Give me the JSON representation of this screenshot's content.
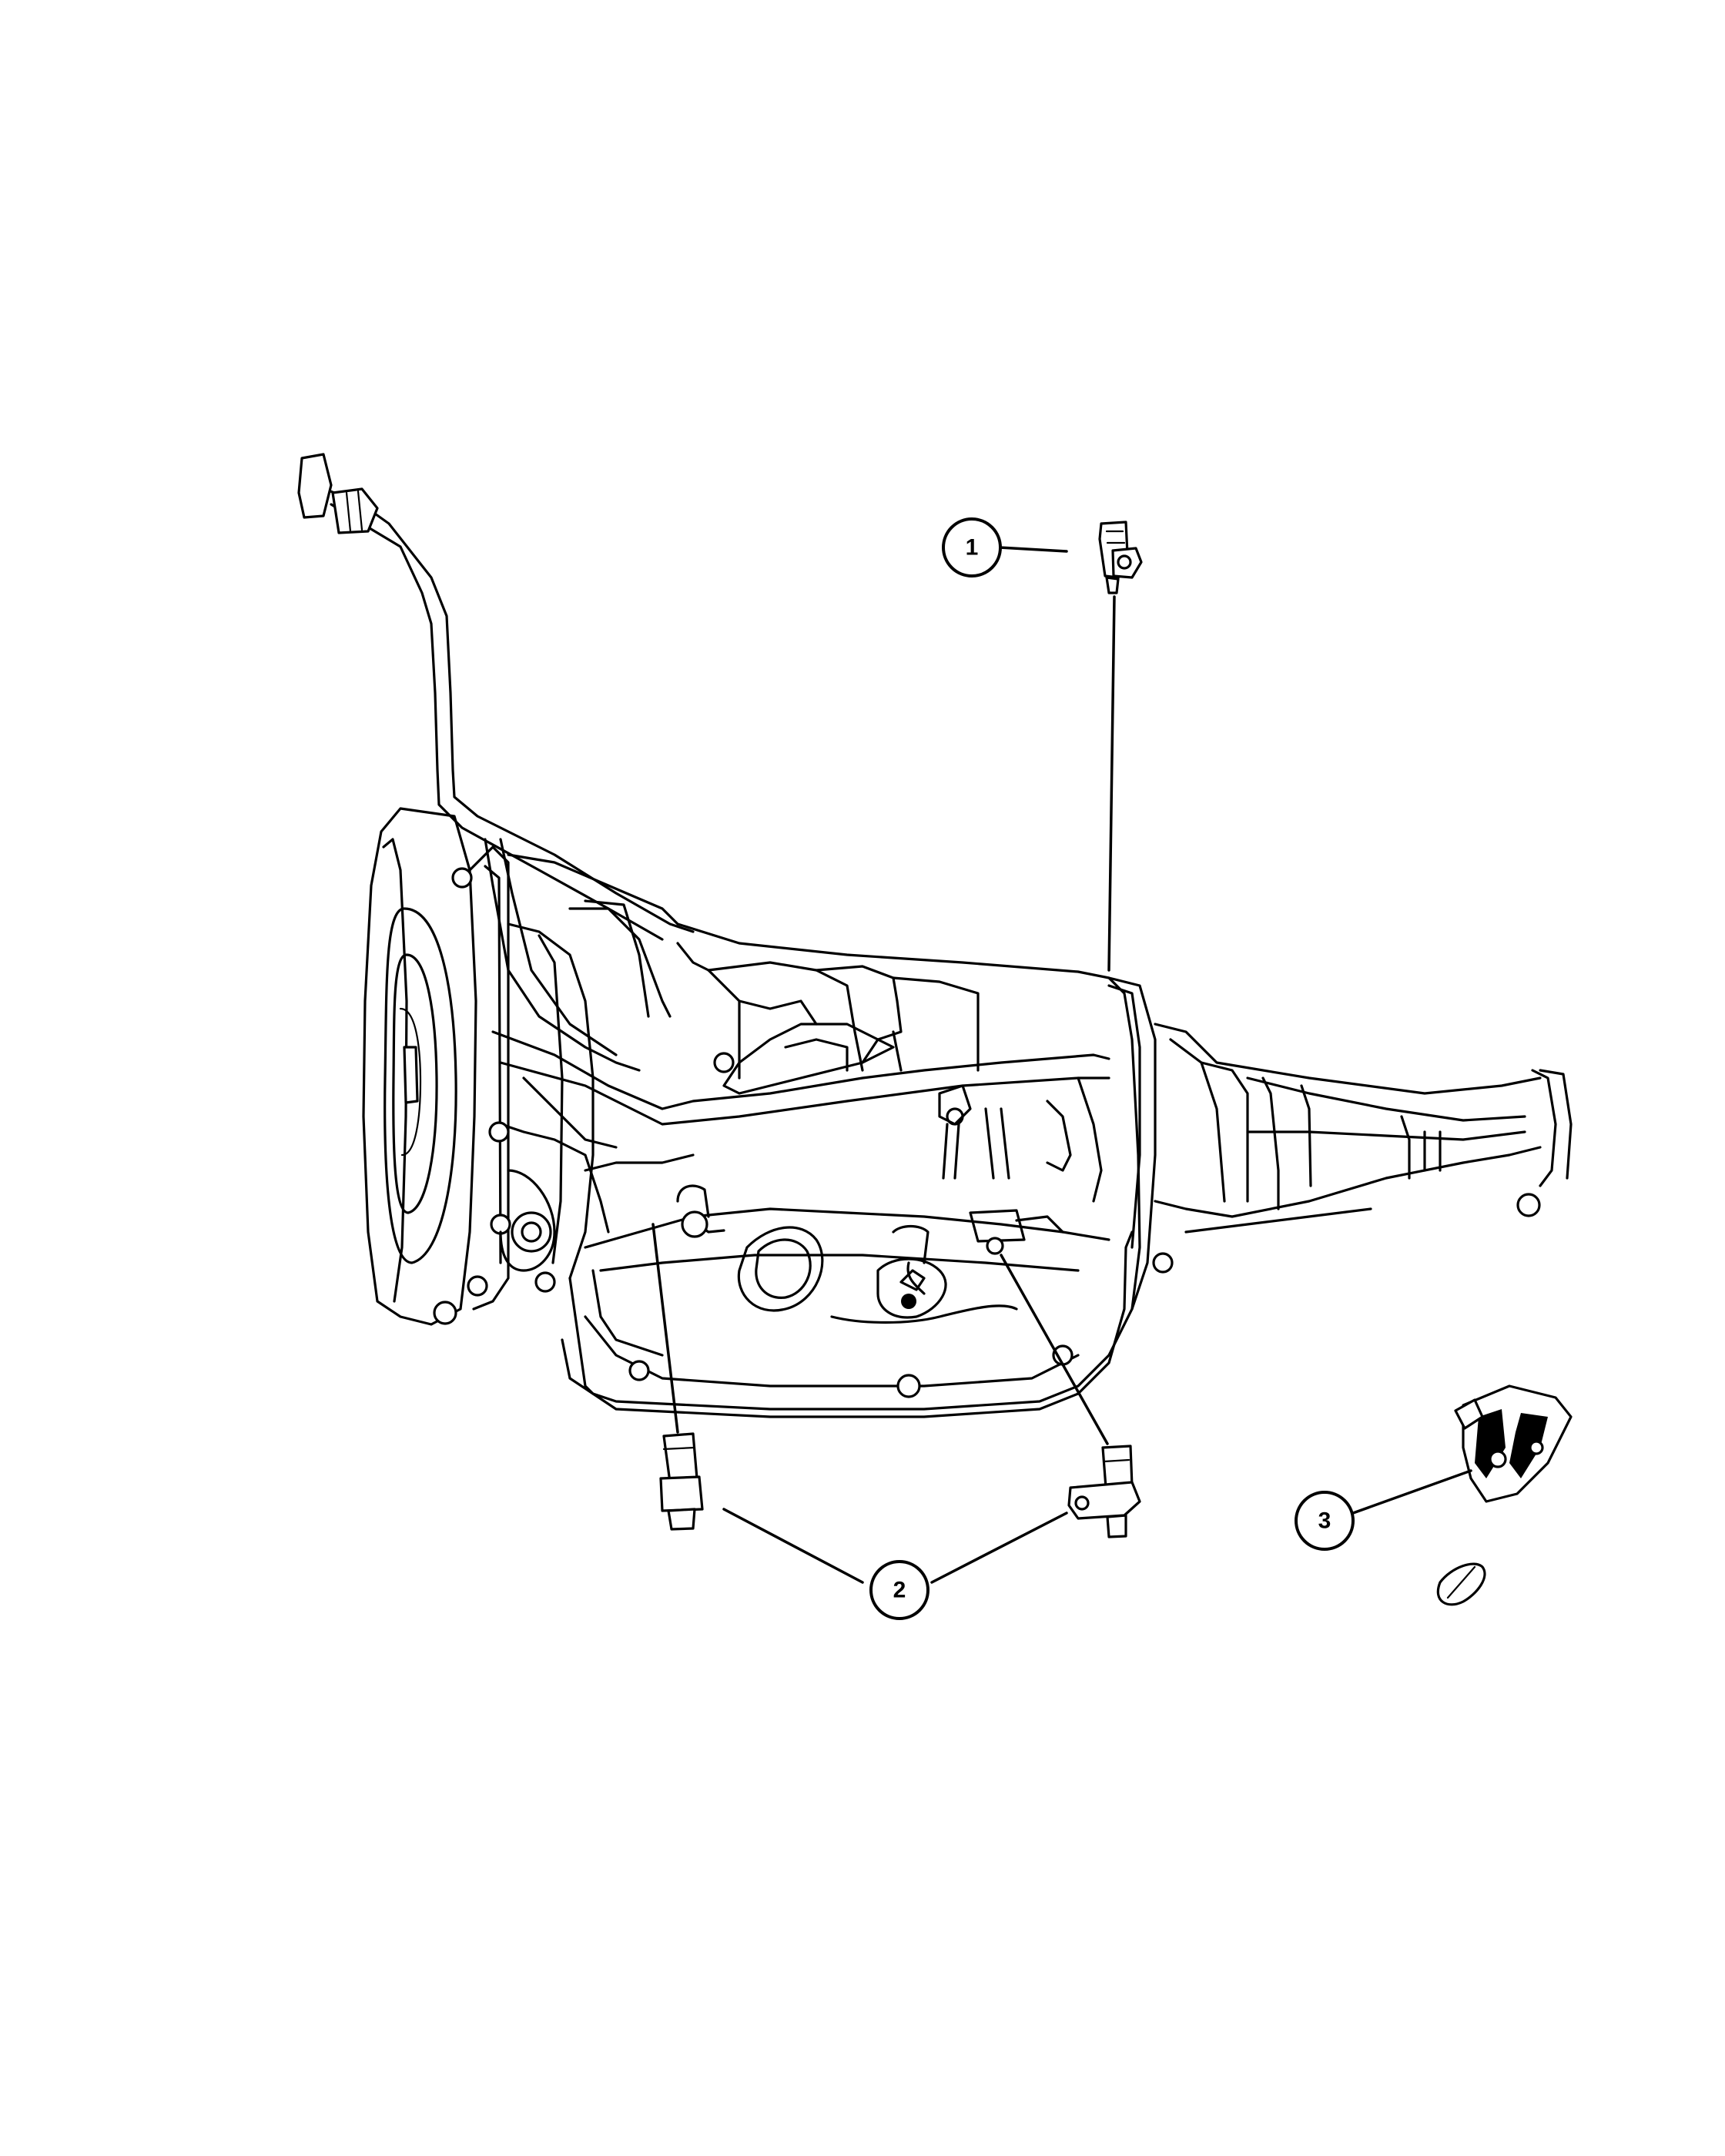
{
  "callouts": [
    {
      "id": "callout-1",
      "label": "1"
    },
    {
      "id": "callout-2",
      "label": "2"
    },
    {
      "id": "callout-3",
      "label": "3"
    }
  ],
  "parts": [
    {
      "name": "sensor-part-1",
      "callout": "1"
    },
    {
      "name": "sensor-part-2a",
      "callout": "2"
    },
    {
      "name": "sensor-part-2b",
      "callout": "2"
    },
    {
      "name": "switch-part-3",
      "callout": "3"
    }
  ],
  "colors": {
    "line": "#000000",
    "background": "#ffffff"
  }
}
